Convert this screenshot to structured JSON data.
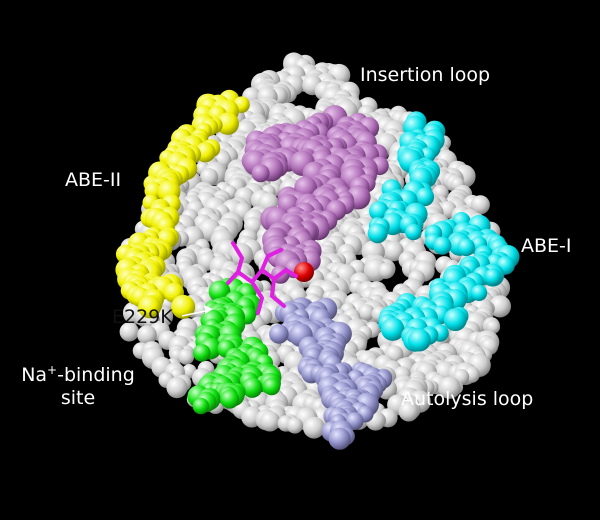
{
  "labels": {
    "insertion_loop": "Insertion loop",
    "abe_ii": "ABE-II",
    "abe_i": "ABE-I",
    "e229k": "E229K",
    "na_binding_prefix": "Na",
    "na_binding_sup": "+",
    "na_binding_suffix": "-binding",
    "na_binding_line2": "site",
    "autolysis_loop": "Autolysis loop"
  },
  "colors": {
    "background": "#000000",
    "protein_surface": "#c8c8c8",
    "insertion_loop": "#b070b8",
    "abe_ii": "#f0f000",
    "abe_i": "#00e0e8",
    "na_binding_site": "#10e010",
    "autolysis_loop": "#9090c8",
    "ligand": "#e020e0",
    "active_site": "#e00000",
    "label_text": "#ffffff"
  }
}
